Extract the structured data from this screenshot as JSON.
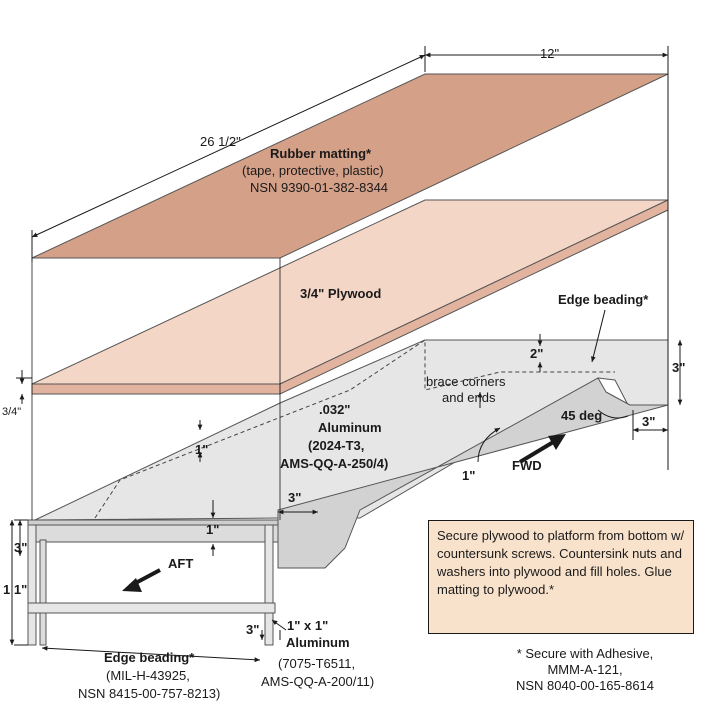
{
  "dimensions": {
    "length": "26 1/2\"",
    "width": "12\"",
    "plywood_thickness": "3/4\"",
    "wall_height": "3\"",
    "brace_offset": "2\"",
    "corner_cut": "3\"",
    "top_inset": "1\"",
    "inner_gap": "1\"",
    "post_spacing": "3\"",
    "total_height": "1 1\"",
    "lower_leg": "3\"",
    "bend_radius": "1\"",
    "angle": "45 deg",
    "end_offset": "3\"",
    "slot_width": "3\""
  },
  "labels": {
    "matting_title": "Rubber matting*",
    "matting_detail1": "(tape, protective, plastic)",
    "matting_detail2": "NSN 9390-01-382-8344",
    "plywood_title": "3/4\" Plywood",
    "edge_beading_top": "Edge beading*",
    "brace_note1": "brace corners",
    "brace_note2": "and ends",
    "aluminum_thickness": ".032\"",
    "aluminum_title": "Aluminum",
    "aluminum_spec1": "(2024-T3,",
    "aluminum_spec2": "AMS-QQ-A-250/4)",
    "fwd": "FWD",
    "aft": "AFT",
    "edge_beading_bottom": "Edge beading*",
    "edge_beading_spec1": "(MIL-H-43925,",
    "edge_beading_spec2": "NSN 8415-00-757-8213)",
    "angle_title": "1\" x 1\"",
    "angle_material": "Aluminum",
    "angle_spec1": "(7075-T6511,",
    "angle_spec2": "AMS-QQ-A-200/11)"
  },
  "note_box": "Secure plywood to platform from bottom w/ countersunk screws. Countersink nuts and washers into plywood and fill holes. Glue matting to plywood.*",
  "footnote": {
    "line1": "* Secure with Adhesive,",
    "line2": "MMM-A-121,",
    "line3": "NSN 8040-00-165-8614"
  },
  "colors": {
    "matting": "#d4a088",
    "plywood": "#f4d6c6",
    "plywood_edge": "#e2b4a0",
    "aluminum": "#e6e6e6",
    "aluminum_shade": "#d2d2d2",
    "note_bg": "#f8e2cc",
    "line": "#1a1a1a"
  }
}
